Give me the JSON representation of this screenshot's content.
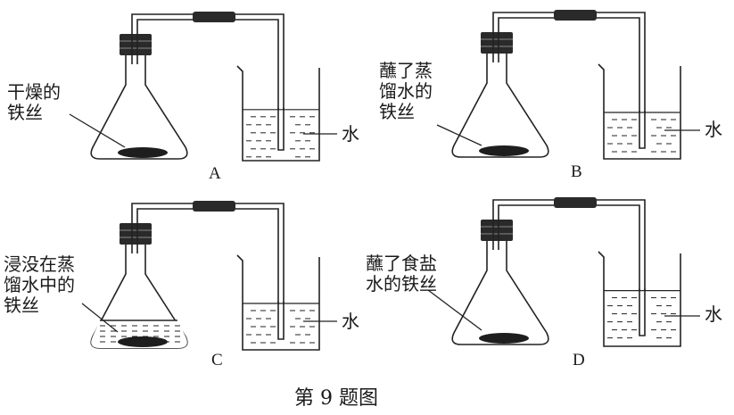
{
  "panels": [
    {
      "letter": "A",
      "wire_label": "干燥的\n铁丝",
      "water_label": "水",
      "flask_water": false,
      "beaker_water_fraction": 0.55
    },
    {
      "letter": "B",
      "wire_label": "蘸了蒸\n馏水的\n铁丝",
      "water_label": "水",
      "flask_water": false,
      "beaker_water_fraction": 0.5
    },
    {
      "letter": "C",
      "wire_label": "浸没在蒸\n馏水中的\n铁丝",
      "water_label": "水",
      "flask_water": true,
      "beaker_water_fraction": 0.5
    },
    {
      "letter": "D",
      "wire_label": "蘸了食盐\n水的铁丝",
      "water_label": "水",
      "flask_water": false,
      "beaker_water_fraction": 0.6
    }
  ],
  "caption": "第 9 题图"
}
